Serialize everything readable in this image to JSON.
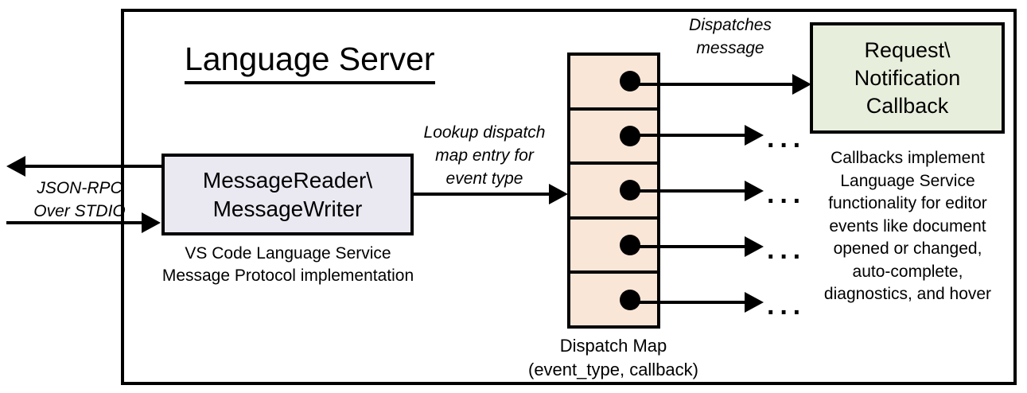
{
  "diagram": {
    "title": "Language Server",
    "frame_name": "Language Server boundary"
  },
  "message_reader": {
    "line1": "MessageReader\\",
    "line2": "MessageWriter",
    "caption_line1": "VS Code Language Service",
    "caption_line2": "Message Protocol implementation",
    "fill_color": "#EAE8F0"
  },
  "transport": {
    "label_line1": "JSON-RPC",
    "label_line2": "Over STDIO"
  },
  "lookup": {
    "label_line1": "Lookup dispatch",
    "label_line2": "map entry for",
    "label_line3": "event type"
  },
  "dispatch_map": {
    "caption_line1": "Dispatch Map",
    "caption_line2": "(event_type, callback)",
    "fill_color": "#FAE6D7",
    "cells": [
      {
        "index": 1,
        "dot": "callback-dot"
      },
      {
        "index": 2,
        "dot": "callback-dot"
      },
      {
        "index": 3,
        "dot": "callback-dot"
      },
      {
        "index": 4,
        "dot": "callback-dot"
      },
      {
        "index": 5,
        "dot": "callback-dot"
      }
    ]
  },
  "dispatch": {
    "label_line1": "Dispatches",
    "label_line2": "message"
  },
  "callback": {
    "line1": "Request\\",
    "line2": "Notification",
    "line3": "Callback",
    "fill_color": "#E8EEDC",
    "caption_line1": "Callbacks implement",
    "caption_line2": "Language Service",
    "caption_line3": "functionality for editor",
    "caption_line4": "events like document",
    "caption_line5": "opened or changed,",
    "caption_line6": "auto-complete,",
    "caption_line7": "diagnostics, and hover"
  },
  "ellipses": {
    "glyph": "···"
  }
}
